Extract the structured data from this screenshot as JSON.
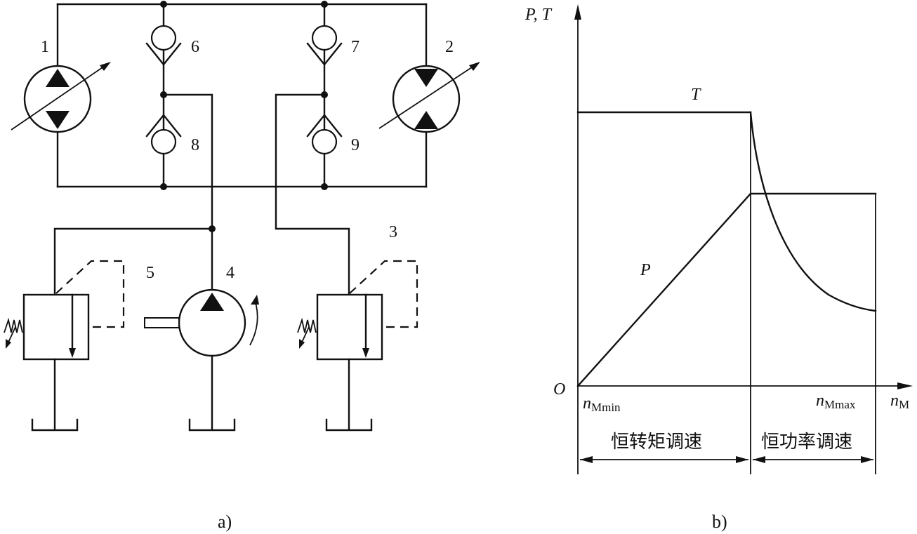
{
  "figure_a": {
    "caption": "a)",
    "components": {
      "c1": "1",
      "c2": "2",
      "c3": "3",
      "c4": "4",
      "c5": "5",
      "c6": "6",
      "c7": "7",
      "c8": "8",
      "c9": "9"
    }
  },
  "figure_b": {
    "caption": "b)",
    "y_axis_label": "P,  T",
    "origin_label": "O",
    "x_axis_label": {
      "base": "n",
      "sub": "M"
    },
    "n_min_label": {
      "base": "n",
      "sub": "Mmin"
    },
    "n_max_label": {
      "base": "n",
      "sub": "Mmax"
    },
    "torque_label": "T",
    "power_label": "P",
    "region_left": "恒转矩调速",
    "region_right": "恒功率调速"
  }
}
